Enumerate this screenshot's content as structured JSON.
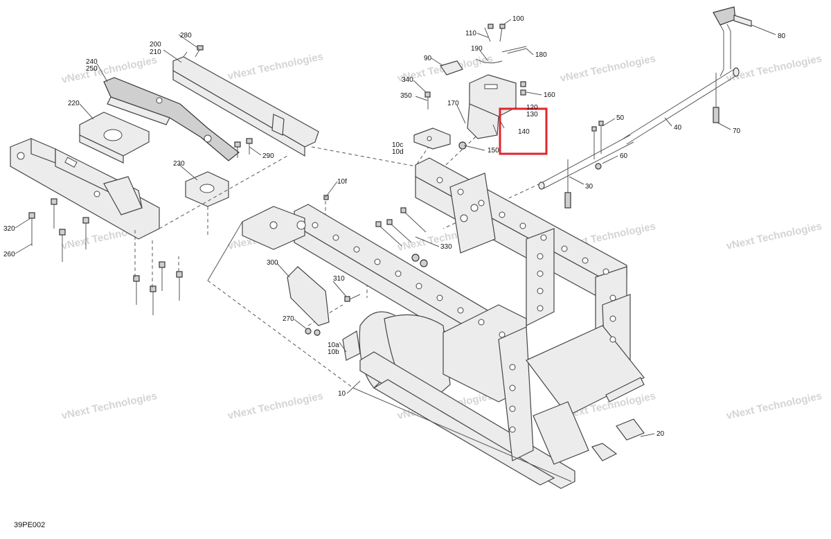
{
  "diagram": {
    "code": "39PE002",
    "watermark": "vNext Technologies",
    "callouts": [
      "100",
      "110",
      "80",
      "190",
      "180",
      "90",
      "340",
      "350",
      "170",
      "160",
      "120",
      "130",
      "140",
      "10c",
      "10d",
      "150",
      "50",
      "40",
      "70",
      "60",
      "30",
      "280",
      "200",
      "210",
      "240",
      "250",
      "220",
      "290",
      "230",
      "10f",
      "320",
      "260",
      "330",
      "300",
      "310",
      "270",
      "10a",
      "10b",
      "10",
      "20"
    ],
    "highlighted_callout": "140"
  }
}
